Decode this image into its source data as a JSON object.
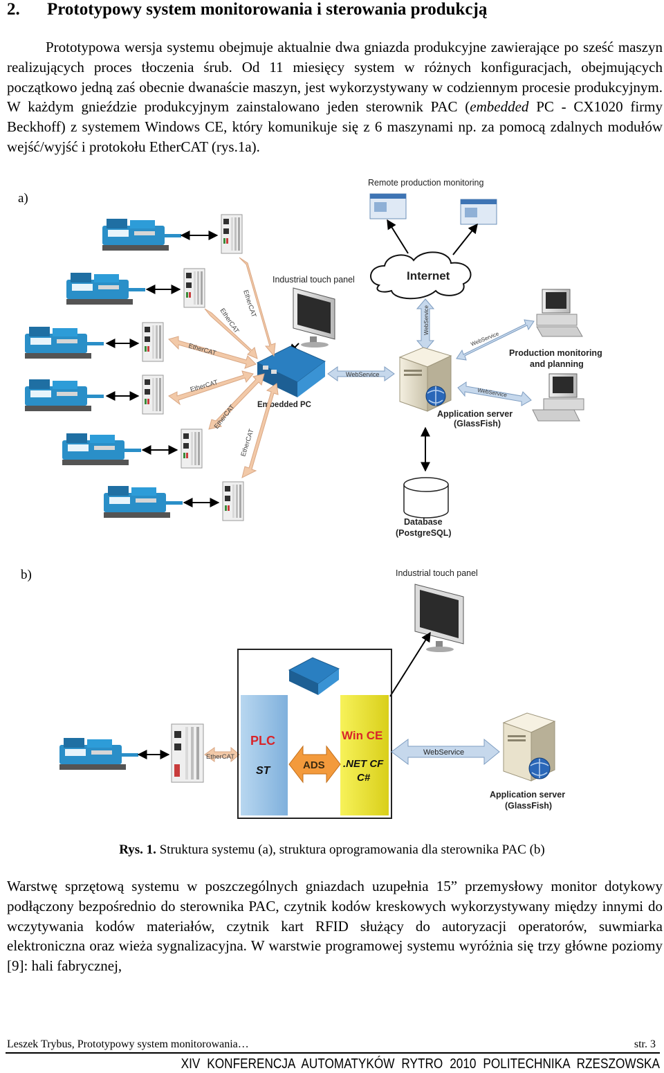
{
  "heading": {
    "number": "2.",
    "title": "Prototypowy system monitorowania i sterowania produkcją"
  },
  "para1": "Prototypowa wersja systemu obejmuje aktualnie dwa gniazda produkcyjne zawierające po sześć maszyn realizujących proces tłoczenia śrub. Od 11 miesięcy system w różnych konfiguracjach, obejmujących początkowo jedną zaś obecnie dwanaście maszyn, jest wykorzystywany w codziennym procesie produkcyjnym. W każdym gnieździe produkcyjnym zainstalowano jeden sterownik PAC (",
  "para1_em": "embedded",
  "para1_end": " PC - CX1020 firmy Beckhoff) z systemem Windows CE, który komunikuje się z 6 maszynami np. za pomocą zdalnych modułów wejść/wyjść i protokołu EtherCAT (rys.1a).",
  "figure_a": {
    "label": "a)",
    "remote_label": "Remote production monitoring",
    "internet_label": "Internet",
    "touch_panel_label": "Industrial touch panel",
    "embedded_pc_label": "Embedded PC",
    "ethercat_label": "EtherCAT",
    "webservice_label": "WebService",
    "production_label_1": "Production monitoring",
    "production_label_2": "and planning",
    "app_server_label_1": "Application server",
    "app_server_label_2": "(GlassFish)",
    "database_label_1": "Database",
    "database_label_2": "(PostgreSQL)"
  },
  "figure_b": {
    "label": "b)",
    "touch_panel_label": "Industrial touch panel",
    "ethercat_label": "EtherCAT",
    "plc_label": "PLC",
    "st_label": "ST",
    "ads_label": "ADS",
    "wince_label": "Win CE",
    "netcf_label": ".NET CF",
    "csharp_label": "C#",
    "webservice_label": "WebService",
    "app_server_label_1": "Application server",
    "app_server_label_2": "(GlassFish)"
  },
  "caption": {
    "prefix": "Rys. 1.",
    "text": " Struktura systemu (a), struktura oprogramowania dla sterownika PAC (b)"
  },
  "para2": "Warstwę sprzętową systemu w poszczególnych gniazdach uzupełnia 15” przemysłowy monitor dotykowy podłączony bezpośrednio do sterownika PAC, czytnik kodów kreskowych wykorzystywany między innymi do wczytywania kodów materiałów, czytnik kart RFID służący do autoryzacji operatorów, suwmiarka elektroniczna oraz wieża sygnalizacyjna. W warstwie programowej systemu wyróżnia się trzy główne poziomy [9]: hali fabrycznej,",
  "footer": {
    "left": "Leszek Trybus, Prototypowy system monitorowania…",
    "right": "str. 3",
    "conference": "XIV KONFERENCJA  AUTOMATYKÓW  RYTRO  2010  POLITECHNIKA RZESZOWSKA"
  },
  "colors": {
    "machine_blue": "#2a8fc8",
    "arrow_peach": "#f2c9a8",
    "webservice_arrow": "#c6d8ec",
    "plc_block": "#9ec5e6",
    "wince_block": "#f2ec3c",
    "label_red": "#d8242a"
  }
}
